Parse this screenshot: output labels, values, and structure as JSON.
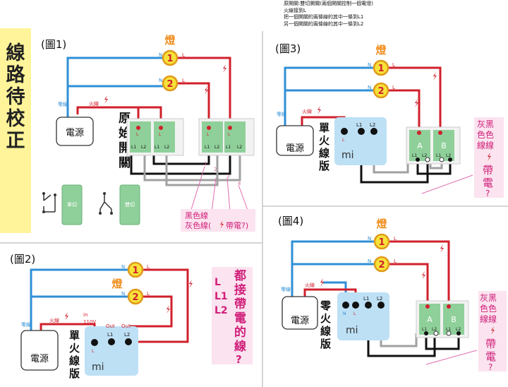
{
  "notes": [
    "原開關:雙切開關(兩個開關控制一個電燈)",
    "火線接到L",
    "把一個開關的兩條線的其中一條到L1",
    "另一個開關的兩條線的其中一條到L2"
  ],
  "banner": "線路待校正",
  "colors": {
    "neutral": "#2f8fd6",
    "live": "#d0202c",
    "black": "#111111",
    "gray": "#a0a0a0",
    "pink": "#e0409a",
    "lamp": "#f7e23a",
    "lamp_border": "#e09a1a",
    "switch": "#8fd09a",
    "module": "#bde0f5"
  },
  "fig1": {
    "title": "(圖1)",
    "lamp_label": "燈",
    "lamp1": "1",
    "lamp2": "2",
    "n": "N",
    "l": "L",
    "neutral_tag": "零線",
    "live_tag": "火線",
    "power": "電源",
    "orig_switch": "原始開關",
    "l_small": "L",
    "l1": "L1",
    "l2": "L2",
    "num1": "1",
    "num2": "2",
    "num3": "3",
    "num4": "4",
    "single_title": "單切",
    "double_title": "雙切",
    "legend_line1": "黑色線",
    "legend_line2": "灰色線(",
    "legend_live": "帶電?)"
  },
  "fig2": {
    "title": "(圖2)",
    "lamp_label": "燈",
    "lamp1": "1",
    "lamp2": "2",
    "n": "N",
    "l": "L",
    "neutral_tag": "零線",
    "live_tag": "火線",
    "power": "電源",
    "module_label": "單火線版",
    "in_label": "in",
    "in_voltage": "110V",
    "out_label": "Out",
    "l_small": "L",
    "l1": "L1",
    "l2": "L2",
    "mi": "mi",
    "note_left": "L L1 L2",
    "note_right": "都接帶電的線?"
  },
  "fig3": {
    "title": "(圖3)",
    "lamp_label": "燈",
    "lamp1": "1",
    "lamp2": "2",
    "n": "N",
    "l": "L",
    "neutral_tag": "零線",
    "live_tag": "火線",
    "power": "電源",
    "module_label": "單火線版",
    "l_small": "L",
    "l1": "L1",
    "l2": "L2",
    "mi": "mi",
    "a": "A",
    "b": "B",
    "note_top": "灰黑色色線線",
    "note_bottom": "帶電?"
  },
  "fig4": {
    "title": "(圖4)",
    "lamp_label": "燈",
    "lamp1": "1",
    "lamp2": "2",
    "n": "N",
    "l": "L",
    "neutral_tag": "零線",
    "live_tag": "火線",
    "power": "電源",
    "module_label": "零火線版",
    "l_small": "L",
    "n_small": "N",
    "l1": "L1",
    "l2": "L2",
    "mi": "mi",
    "a": "A",
    "b": "B",
    "note_top": "灰黑色色線線",
    "note_bottom": "帶電?"
  }
}
